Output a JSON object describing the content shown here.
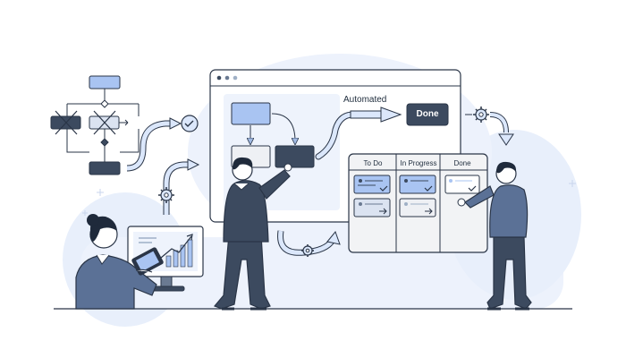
{
  "workflow": {
    "automated_label": "Automated",
    "done_button_label": "Done"
  },
  "kanban": {
    "columns": [
      "To Do",
      "In Progress",
      "Done"
    ]
  },
  "colors": {
    "primary_dark": "#3c4a5f",
    "accent_blue": "#a9c4f2",
    "light_blue": "#dbe7fb",
    "outline": "#2a3547",
    "background_blob": "#e8effb"
  }
}
